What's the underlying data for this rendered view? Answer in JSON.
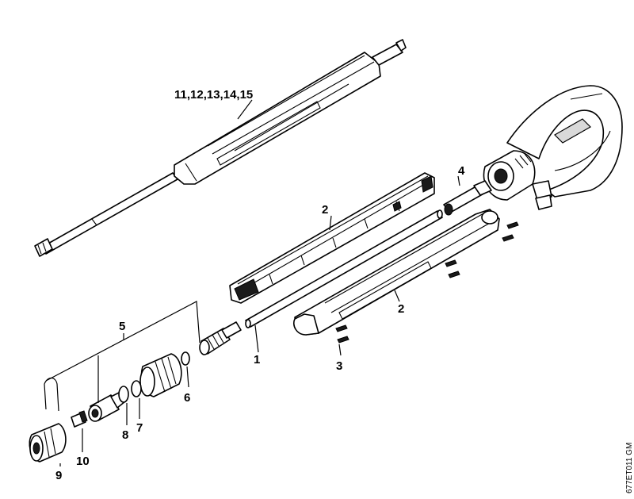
{
  "drawing_code": "677ET011 GM",
  "labels": {
    "l1": "1",
    "l2a": "2",
    "l2b": "2",
    "l3": "3",
    "l4": "4",
    "l5": "5",
    "l6": "6",
    "l7": "7",
    "l8": "8",
    "l9": "9",
    "l10": "10",
    "l11_15": "11,12,13,14,15"
  }
}
